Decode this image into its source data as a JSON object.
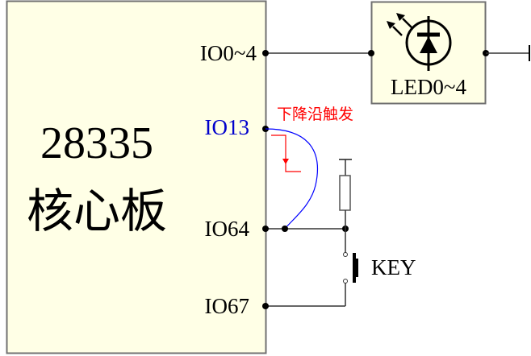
{
  "board": {
    "title_line1": "28335",
    "title_line2": "核心板",
    "fill": "#ffffe6",
    "border": "#707070"
  },
  "pins": {
    "io0_4": "IO0~4",
    "io13": "IO13",
    "io64": "IO64",
    "io67": "IO67"
  },
  "led": {
    "label": "LED0~4",
    "fill": "#ffffe6"
  },
  "annotation": {
    "trigger_text": "下降沿触发",
    "trigger_color": "#ff0000",
    "link_color": "#0000ff"
  },
  "key": {
    "label": "KEY"
  },
  "colors": {
    "wire": "#333333",
    "io13_label": "#0000cc"
  }
}
